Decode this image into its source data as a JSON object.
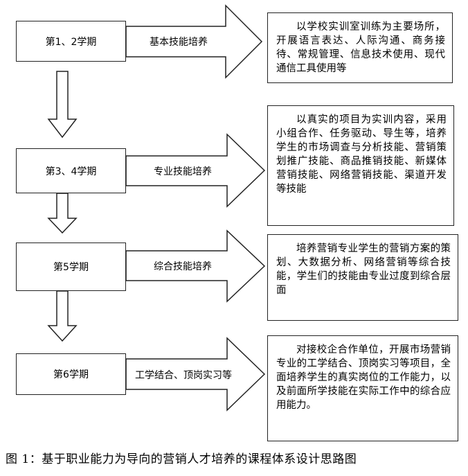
{
  "rows": [
    {
      "semester": "第1、2学期",
      "stage": "基本技能培养",
      "description": "以学校实训室训练为主要场所，开展语言表达、人际沟通、商务接待、常规管理、信息技术使用、现代通信工具使用等"
    },
    {
      "semester": "第3、4学期",
      "stage": "专业技能培养",
      "description": "以真实的项目为实训内容，采用小组合作、任务驱动、导生等，培养学生的市场调查与分析技能、营销策划推广技能、商品推销技能、新媒体营销技能、网络营销技能、渠道开发等技能"
    },
    {
      "semester": "第5学期",
      "stage": "综合技能培养",
      "description": "培养营销专业学生的营销方案的策划、大数据分析、网络营销等综合技能，学生们的技能由专业过度到综合层面"
    },
    {
      "semester": "第6学期",
      "stage": "工学结合、顶岗实习等",
      "description": "对接校企合作单位，开展市场营销专业的工学结合、顶岗实习等项目，全面培养学生的真实岗位的工作能力，以及前面所学技能在实际工作中的综合应用能力。"
    }
  ],
  "caption": "图 1：基于职业能力为导向的营销人才培养的课程体系设计思路图"
}
